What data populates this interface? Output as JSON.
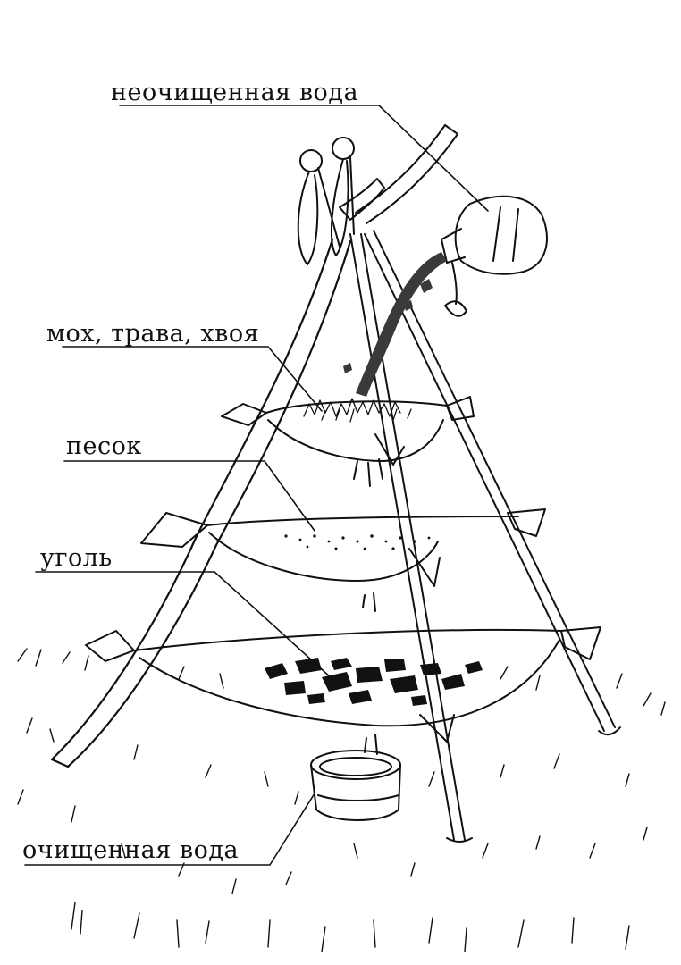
{
  "labels": {
    "raw_water": "неочищенная вода",
    "moss_grass_needles": "мох, трава, хвоя",
    "sand": "песок",
    "coal": "уголь",
    "clean_water": "очищенная вода"
  },
  "colors": {
    "ink": "#111111",
    "dirty_water": "#3a3a3a"
  }
}
